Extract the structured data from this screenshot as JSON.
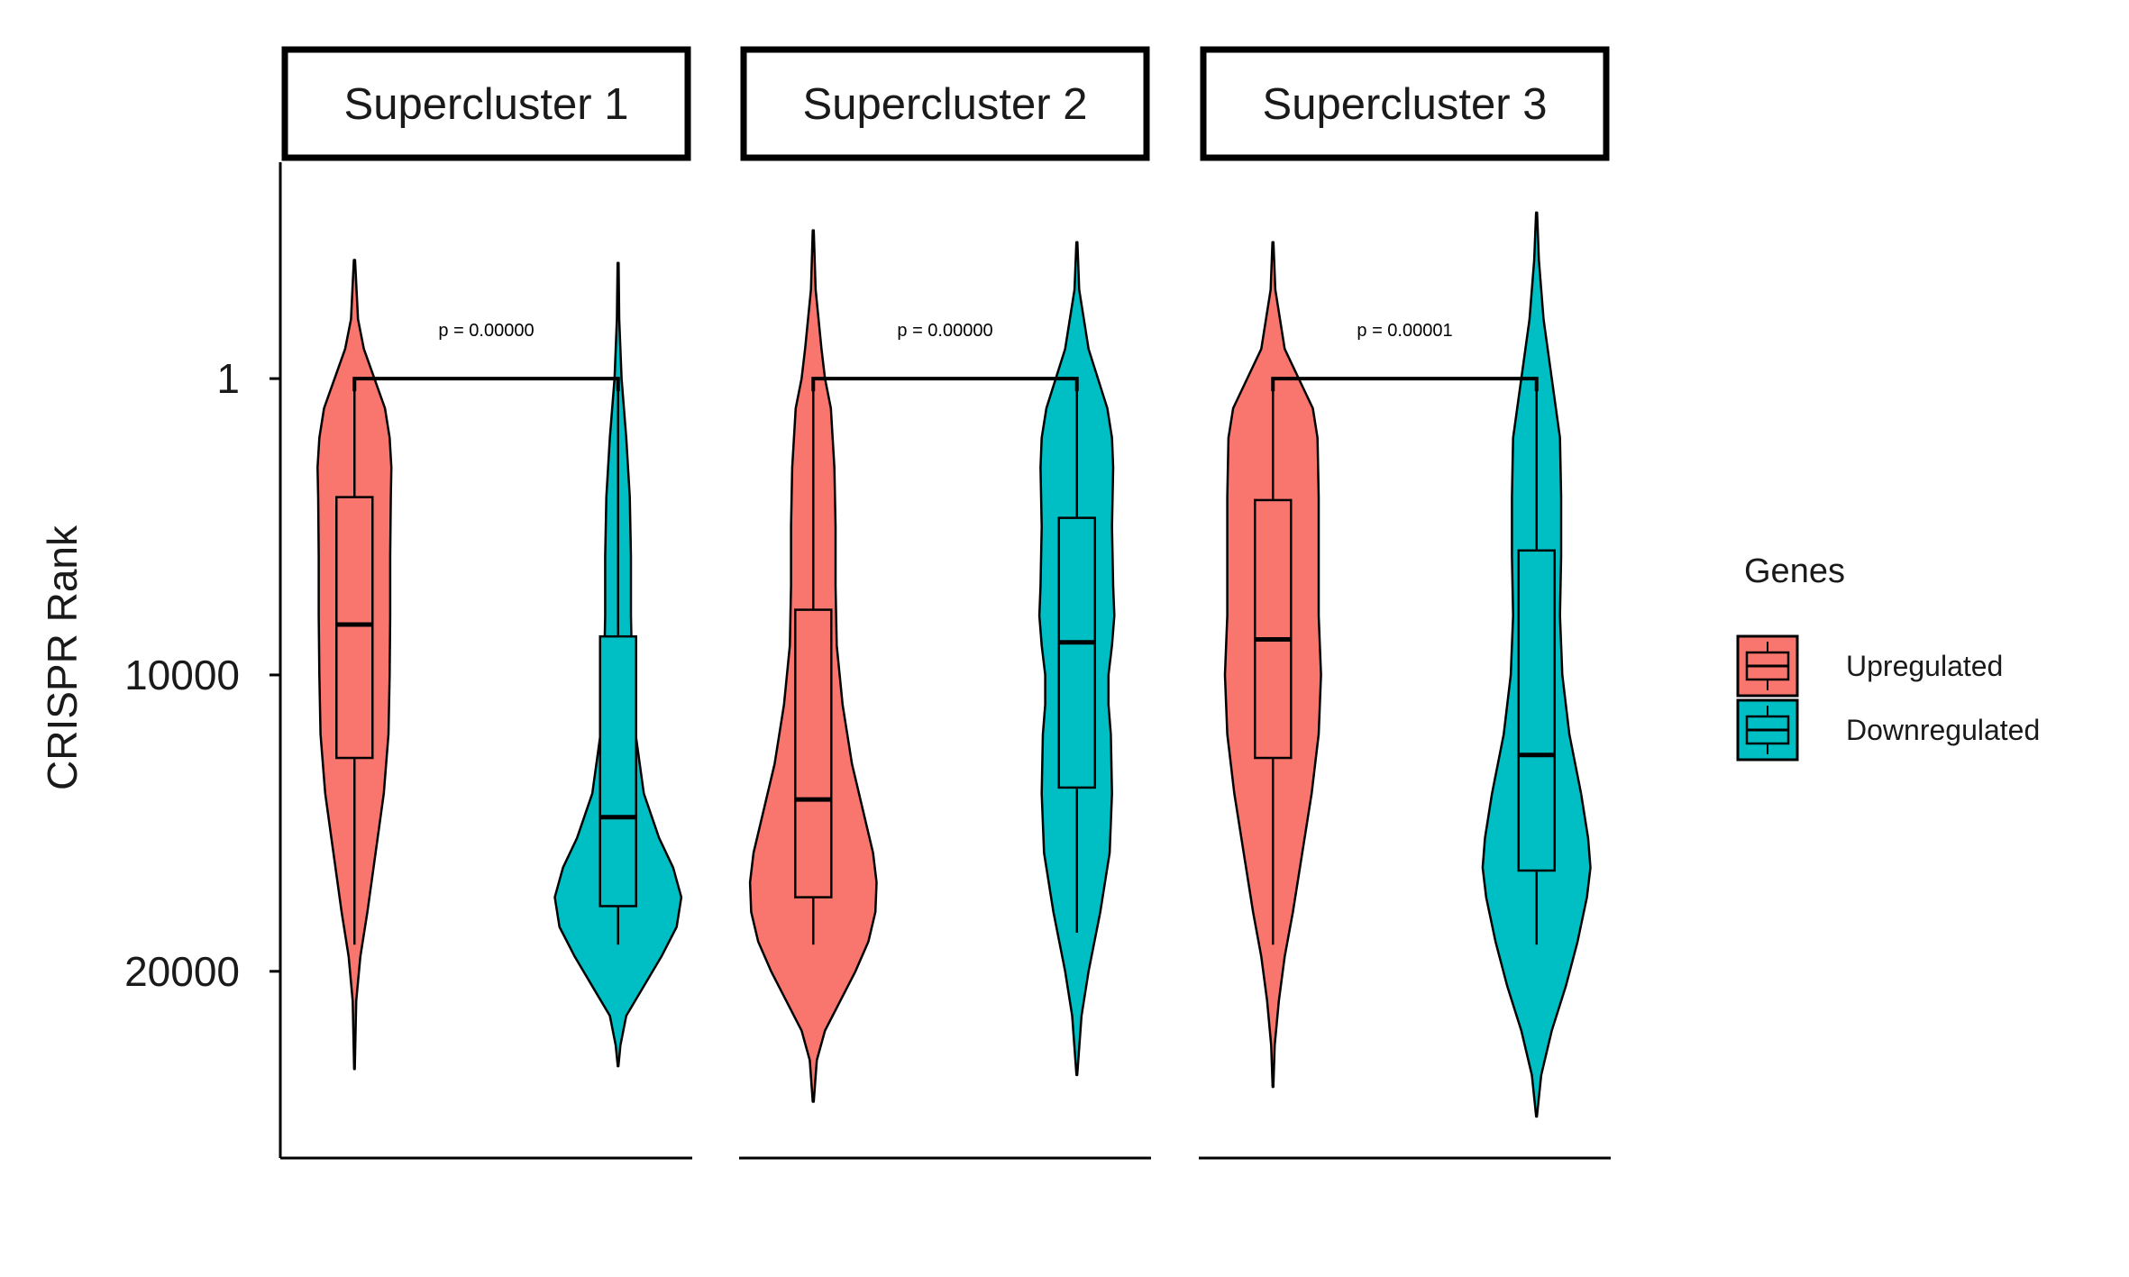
{
  "chart_data": {
    "type": "violin",
    "ylabel": "CRISPR Rank",
    "y_axis": {
      "reversed": true,
      "ticks": [
        1,
        10000,
        20000
      ],
      "tick_labels": [
        "1",
        "10000",
        "20000"
      ],
      "ylim": [
        -7300,
        26300
      ]
    },
    "legend": {
      "title": "Genes",
      "position": "right",
      "entries": [
        {
          "label": "Upregulated",
          "color": "#F8766D"
        },
        {
          "label": "Downregulated",
          "color": "#00BFC4"
        }
      ]
    },
    "grid": false,
    "panels": [
      {
        "strip": "Supercluster 1",
        "p_label": "p = 0.00000",
        "series": [
          {
            "name": "Upregulated",
            "color": "#F8766D",
            "q1": 4000,
            "median": 8300,
            "q3": 12800,
            "whisker_low": 1,
            "whisker_high": 19100,
            "vmin": -4000,
            "vmax": 23300,
            "profile": [
              [
                -4000,
                0.005
              ],
              [
                -2000,
                0.03
              ],
              [
                -1000,
                0.08
              ],
              [
                0,
                0.17
              ],
              [
                1000,
                0.26
              ],
              [
                2000,
                0.3
              ],
              [
                3000,
                0.315
              ],
              [
                4000,
                0.31
              ],
              [
                6000,
                0.305
              ],
              [
                8000,
                0.305
              ],
              [
                10000,
                0.3
              ],
              [
                12000,
                0.29
              ],
              [
                14000,
                0.25
              ],
              [
                16000,
                0.18
              ],
              [
                18000,
                0.11
              ],
              [
                19500,
                0.05
              ],
              [
                21000,
                0.015
              ],
              [
                23300,
                0.003
              ]
            ]
          },
          {
            "name": "Downregulated",
            "color": "#00BFC4",
            "q1": 8700,
            "median": 14800,
            "q3": 17800,
            "whisker_low": 1,
            "whisker_high": 19100,
            "vmin": -3900,
            "vmax": 23200,
            "profile": [
              [
                -3900,
                0.004
              ],
              [
                -2000,
                0.01
              ],
              [
                0,
                0.03
              ],
              [
                2000,
                0.07
              ],
              [
                4000,
                0.1
              ],
              [
                6000,
                0.11
              ],
              [
                8000,
                0.11
              ],
              [
                10000,
                0.12
              ],
              [
                12000,
                0.15
              ],
              [
                14000,
                0.22
              ],
              [
                15500,
                0.35
              ],
              [
                16500,
                0.47
              ],
              [
                17500,
                0.54
              ],
              [
                18500,
                0.5
              ],
              [
                19500,
                0.37
              ],
              [
                20500,
                0.22
              ],
              [
                21500,
                0.07
              ],
              [
                22500,
                0.02
              ],
              [
                23200,
                0.003
              ]
            ]
          }
        ]
      },
      {
        "strip": "Supercluster 2",
        "p_label": "p = 0.00000",
        "series": [
          {
            "name": "Upregulated",
            "color": "#F8766D",
            "q1": 7800,
            "median": 14200,
            "q3": 17500,
            "whisker_low": 1,
            "whisker_high": 19100,
            "vmin": -5000,
            "vmax": 24400,
            "profile": [
              [
                -5000,
                0.004
              ],
              [
                -3000,
                0.02
              ],
              [
                -1000,
                0.07
              ],
              [
                0,
                0.1
              ],
              [
                1000,
                0.15
              ],
              [
                3000,
                0.18
              ],
              [
                5000,
                0.19
              ],
              [
                7000,
                0.19
              ],
              [
                9000,
                0.2
              ],
              [
                11000,
                0.25
              ],
              [
                13000,
                0.33
              ],
              [
                15000,
                0.45
              ],
              [
                16000,
                0.51
              ],
              [
                17000,
                0.54
              ],
              [
                18000,
                0.53
              ],
              [
                19000,
                0.47
              ],
              [
                20000,
                0.36
              ],
              [
                21000,
                0.23
              ],
              [
                22000,
                0.1
              ],
              [
                23000,
                0.03
              ],
              [
                24400,
                0.004
              ]
            ]
          },
          {
            "name": "Downregulated",
            "color": "#00BFC4",
            "q1": 4700,
            "median": 8900,
            "q3": 13800,
            "whisker_low": 1,
            "whisker_high": 18700,
            "vmin": -4600,
            "vmax": 23500,
            "profile": [
              [
                -4600,
                0.004
              ],
              [
                -3000,
                0.02
              ],
              [
                -1000,
                0.1
              ],
              [
                0,
                0.18
              ],
              [
                1000,
                0.26
              ],
              [
                2000,
                0.3
              ],
              [
                3000,
                0.31
              ],
              [
                5000,
                0.3
              ],
              [
                7000,
                0.31
              ],
              [
                8000,
                0.32
              ],
              [
                9000,
                0.3
              ],
              [
                10000,
                0.27
              ],
              [
                11000,
                0.27
              ],
              [
                12000,
                0.29
              ],
              [
                14000,
                0.3
              ],
              [
                16000,
                0.28
              ],
              [
                18000,
                0.2
              ],
              [
                20000,
                0.1
              ],
              [
                21500,
                0.04
              ],
              [
                23500,
                0.003
              ]
            ]
          }
        ]
      },
      {
        "strip": "Supercluster 3",
        "p_label": "p = 0.00001",
        "series": [
          {
            "name": "Upregulated",
            "color": "#F8766D",
            "q1": 4100,
            "median": 8800,
            "q3": 12800,
            "whisker_low": 1,
            "whisker_high": 19100,
            "vmin": -4600,
            "vmax": 23900,
            "profile": [
              [
                -4600,
                0.004
              ],
              [
                -3000,
                0.02
              ],
              [
                -1000,
                0.1
              ],
              [
                0,
                0.22
              ],
              [
                1000,
                0.34
              ],
              [
                2000,
                0.38
              ],
              [
                4000,
                0.39
              ],
              [
                6000,
                0.39
              ],
              [
                8000,
                0.39
              ],
              [
                10000,
                0.41
              ],
              [
                12000,
                0.39
              ],
              [
                14000,
                0.33
              ],
              [
                16000,
                0.25
              ],
              [
                18000,
                0.17
              ],
              [
                19500,
                0.1
              ],
              [
                21000,
                0.05
              ],
              [
                22500,
                0.015
              ],
              [
                23900,
                0.003
              ]
            ]
          },
          {
            "name": "Downregulated",
            "color": "#00BFC4",
            "q1": 5800,
            "median": 12700,
            "q3": 16600,
            "whisker_low": 1,
            "whisker_high": 19100,
            "vmin": -5600,
            "vmax": 24900,
            "profile": [
              [
                -5600,
                0.004
              ],
              [
                -4000,
                0.02
              ],
              [
                -2000,
                0.06
              ],
              [
                0,
                0.13
              ],
              [
                2000,
                0.2
              ],
              [
                4000,
                0.21
              ],
              [
                6000,
                0.21
              ],
              [
                8000,
                0.2
              ],
              [
                10000,
                0.22
              ],
              [
                12000,
                0.28
              ],
              [
                14000,
                0.38
              ],
              [
                15500,
                0.44
              ],
              [
                16500,
                0.46
              ],
              [
                17500,
                0.43
              ],
              [
                19000,
                0.35
              ],
              [
                20500,
                0.25
              ],
              [
                22000,
                0.13
              ],
              [
                23500,
                0.04
              ],
              [
                24900,
                0.003
              ]
            ]
          }
        ]
      }
    ]
  }
}
